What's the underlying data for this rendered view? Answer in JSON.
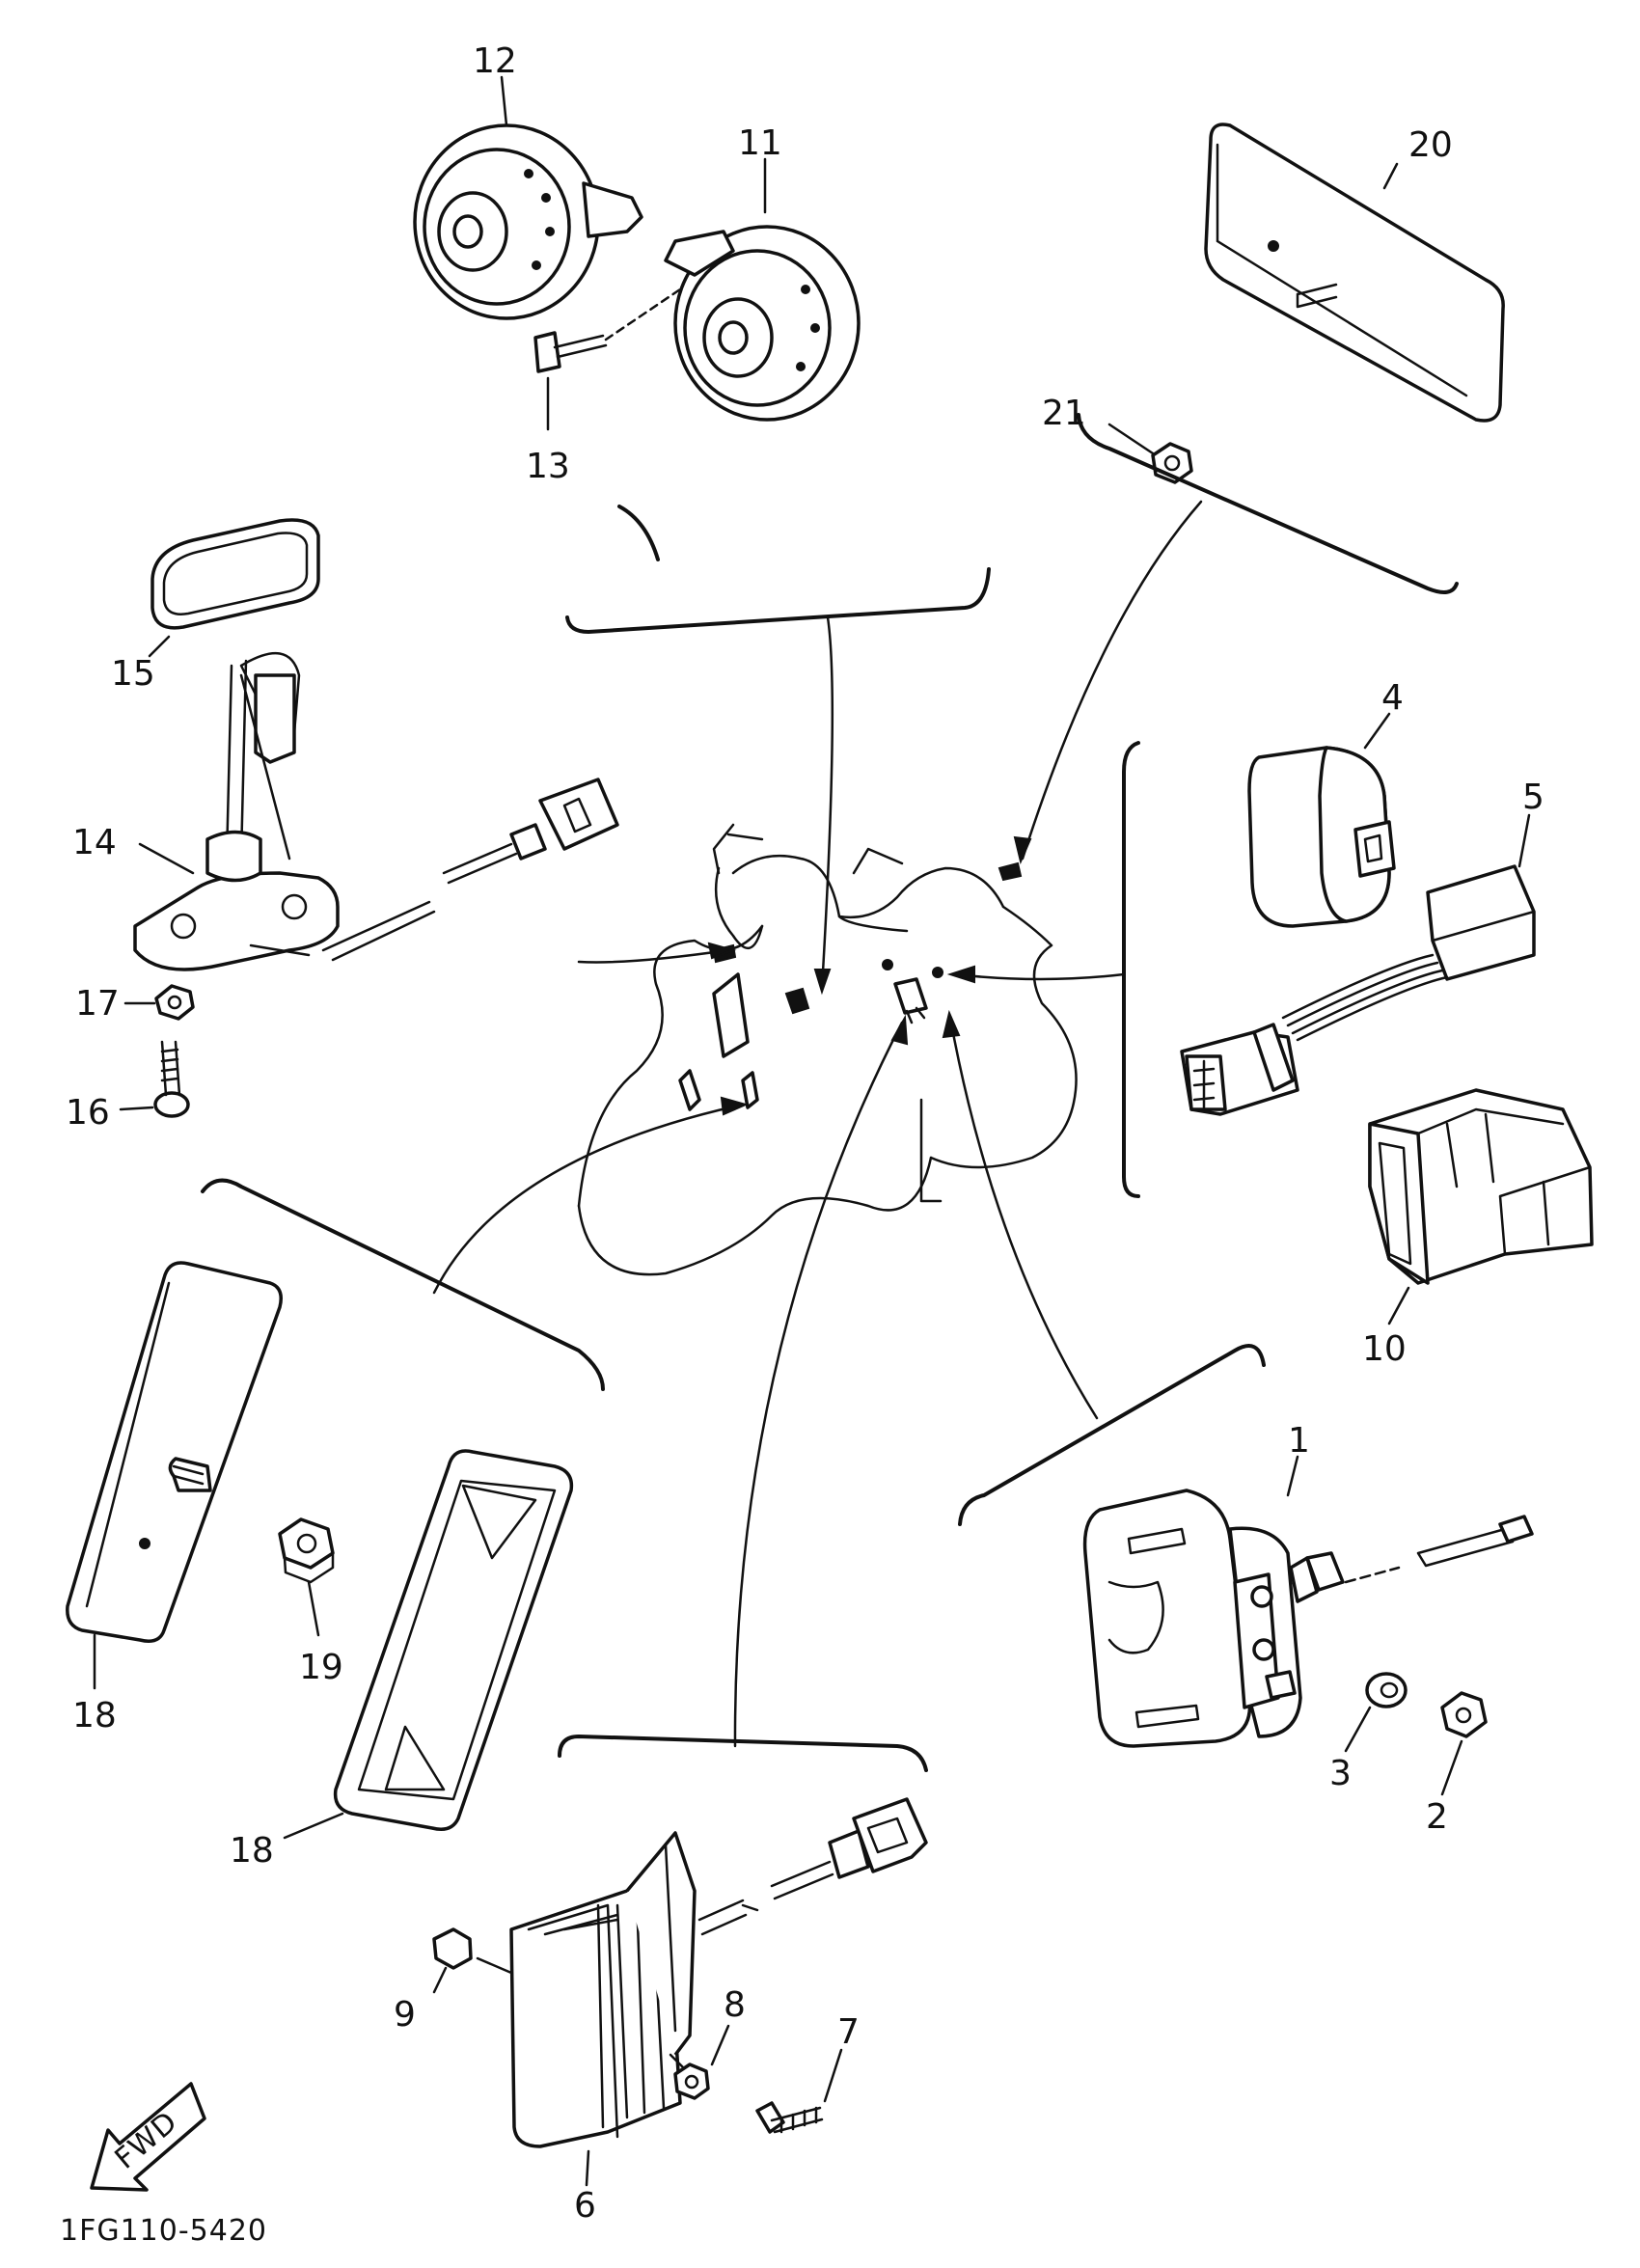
{
  "diagram": {
    "parts": {
      "p1": "1",
      "p2": "2",
      "p3": "3",
      "p4": "4",
      "p5": "5",
      "p6": "6",
      "p7": "7",
      "p8": "8",
      "p9": "9",
      "p10": "10",
      "p11": "11",
      "p12": "12",
      "p13": "13",
      "p14": "14",
      "p15": "15",
      "p16": "16",
      "p17": "17",
      "p18a": "18",
      "p18b": "18",
      "p19": "19",
      "p20": "20",
      "p21": "21"
    },
    "fwd_label": "FWD",
    "drawing_code": "1FG110-5420"
  }
}
